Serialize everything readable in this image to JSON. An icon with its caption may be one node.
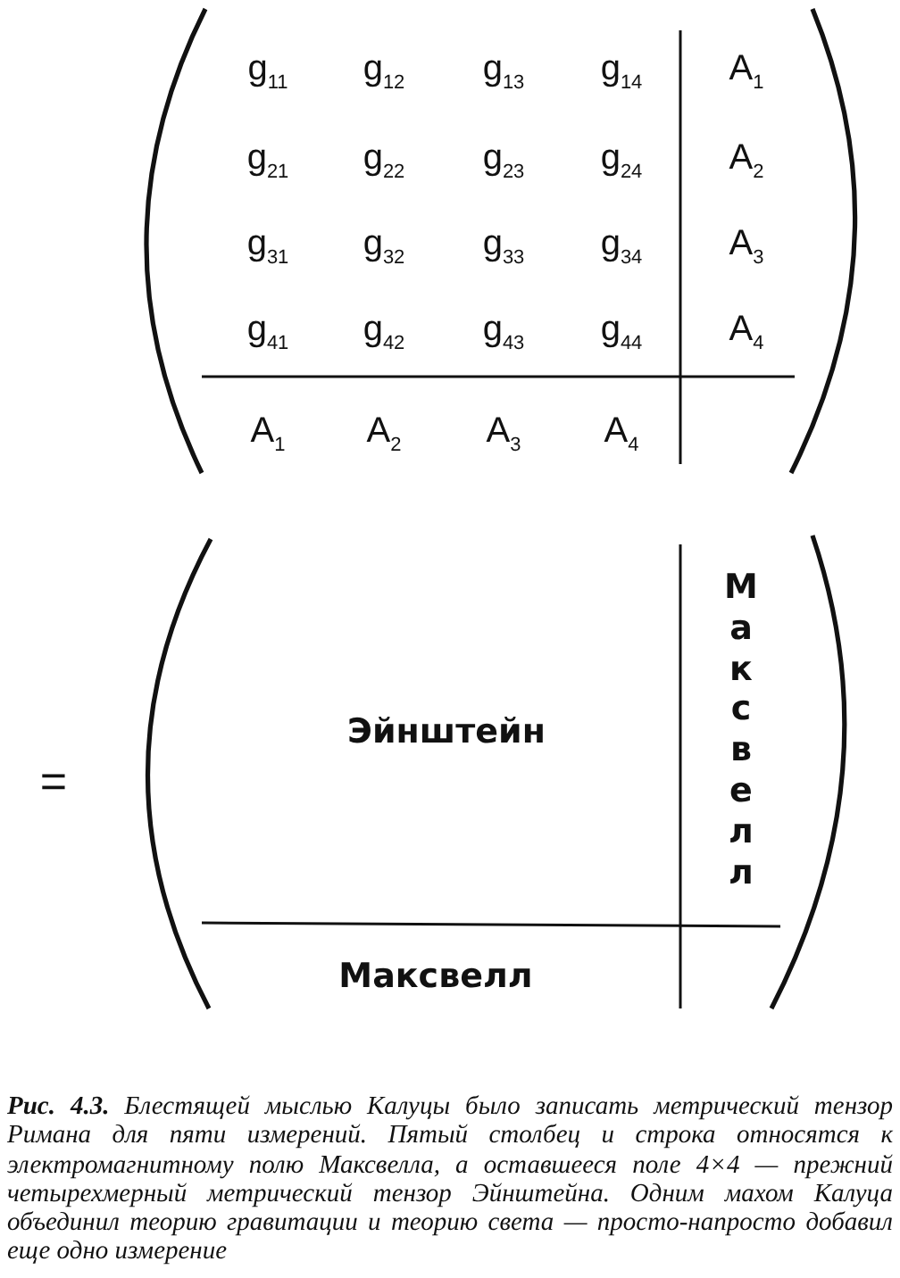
{
  "diagram": {
    "caption": "**Рис. 4.3.** Блестящей мыслью Калуцы было записать метрический тензор Римана для пяти измерений. Пятый столбец и строка относятся к электромагнитному полю Максвелла, а оставшееся поле 4×4 — прежний четырехмерный метрический тензор Эйнштейна. Одним махом Калуца объединил теорию гравитации и теорию света — просто-напросто добавил еще одно измерение",
    "labels": [
      "g$_{11}$",
      "g$_{12}$",
      "g$_{13}$",
      "g$_{14}$",
      "A$_{1}$",
      "g$_{21}$",
      "g$_{22}$",
      "g$_{23}$",
      "g$_{24}$",
      "A$_{2}$",
      "g$_{31}$",
      "g$_{32}$",
      "g$_{33}$",
      "g$_{34}$",
      "A$_{3}$",
      "g$_{41}$",
      "g$_{42}$",
      "g$_{43}$",
      "g$_{44}$",
      "A$_{4}$",
      "A$_{1}$",
      "A$_{2}$",
      "A$_{3}$",
      "A$_{4}$",
      "=",
      "Эйнштейн",
      "Максвелл",
      "Максвелл"
    ]
  }
}
